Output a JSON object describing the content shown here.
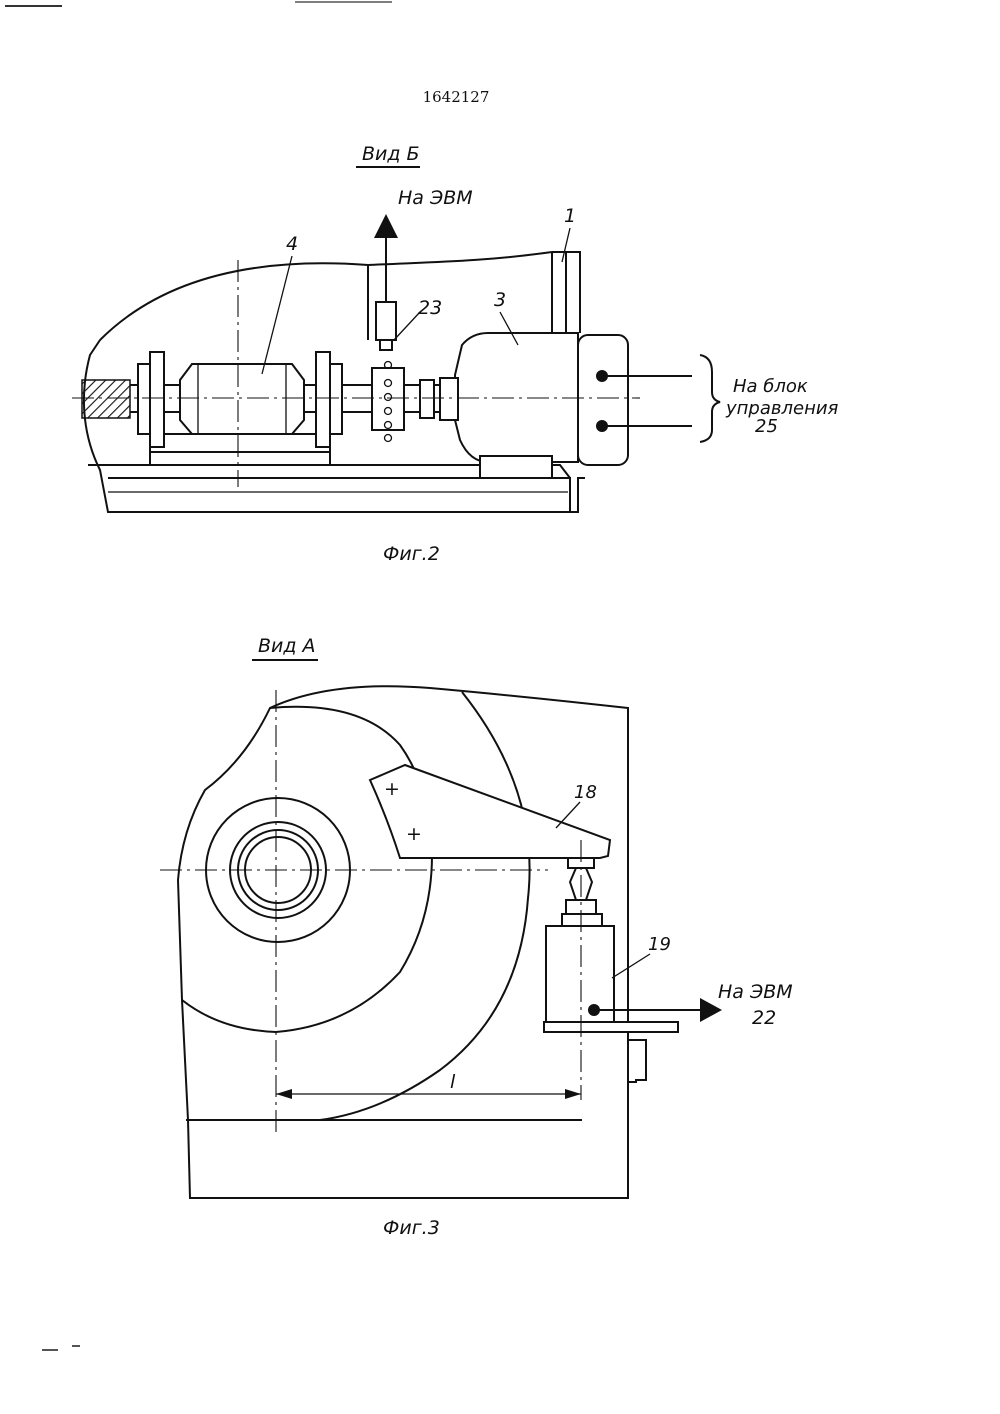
{
  "document": {
    "number": "1642127"
  },
  "figure2": {
    "view_title": "Вид Б",
    "caption": "Фиг.2",
    "arrow_label": "На ЭВМ",
    "brace_label_lines": [
      "На блок",
      "управления",
      "25"
    ],
    "callouts": [
      "1",
      "3",
      "4",
      "23"
    ]
  },
  "figure3": {
    "view_title": "Вид А",
    "caption": "Фиг.3",
    "arrow_label": "На ЭВМ",
    "arrow_ref": "22",
    "dimension_label": "l",
    "callouts": [
      "18",
      "19"
    ]
  },
  "colors": {
    "ink": "#111111",
    "paper": "#ffffff",
    "hatch": "#111111"
  }
}
